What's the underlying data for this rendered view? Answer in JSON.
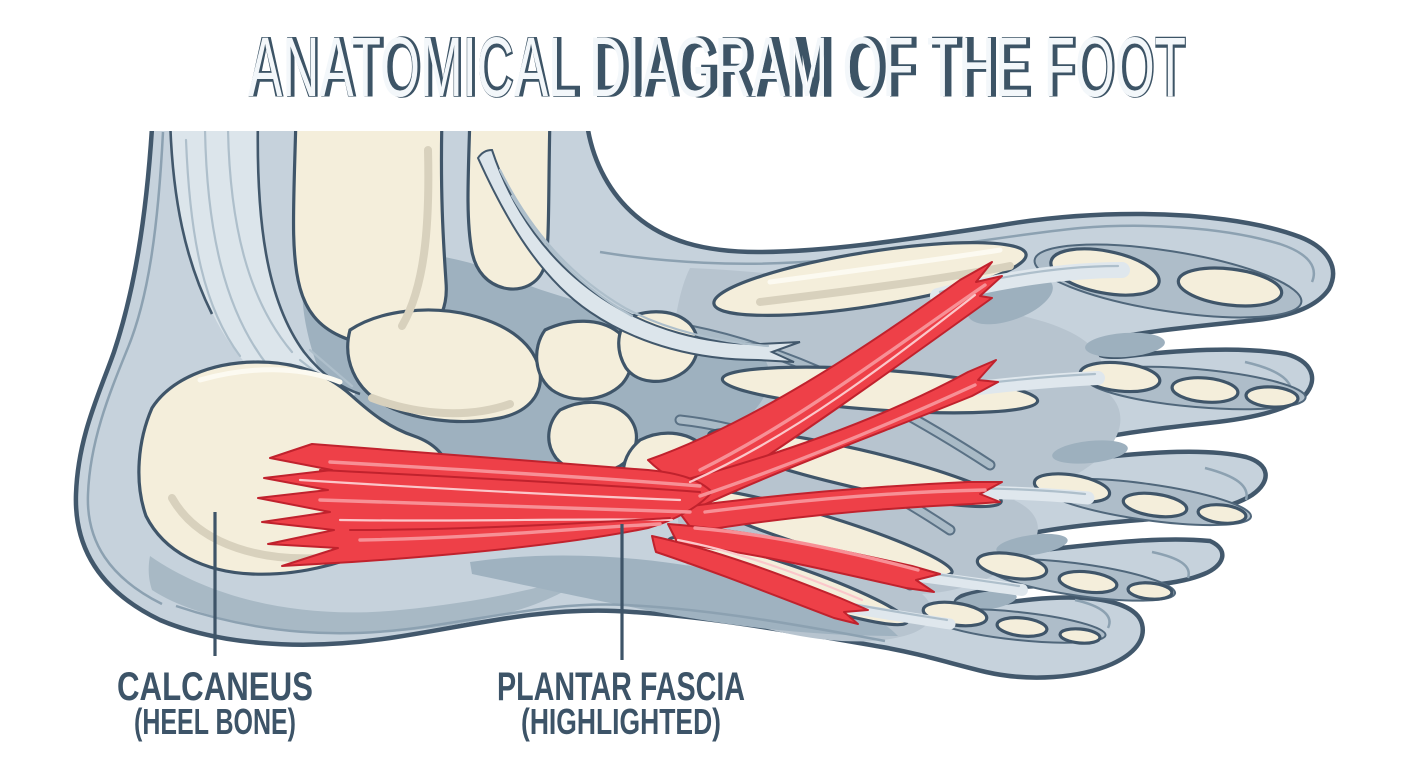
{
  "title": "ANATOMICAL DIAGRAM OF THE FOOT",
  "annotations": [
    {
      "label": "CALCANEUS",
      "sublabel": "(HEEL BONE)"
    },
    {
      "label": "PLANTAR FASCIA",
      "sublabel": "(HIGHLIGHTED)"
    }
  ],
  "colors": {
    "background": "#ffffff",
    "outline": "#42586c",
    "skin": "#c6d2dc",
    "deep_tissue": "#9eb1bf",
    "bone": "#f4eedb",
    "bone_shadow": "#d8d1bd",
    "tendon": "#dce5eb",
    "fascia_red": "#ee4048",
    "fascia_dark": "#c0222d",
    "fascia_highlight": "#f79096",
    "text": "#3d5466"
  }
}
